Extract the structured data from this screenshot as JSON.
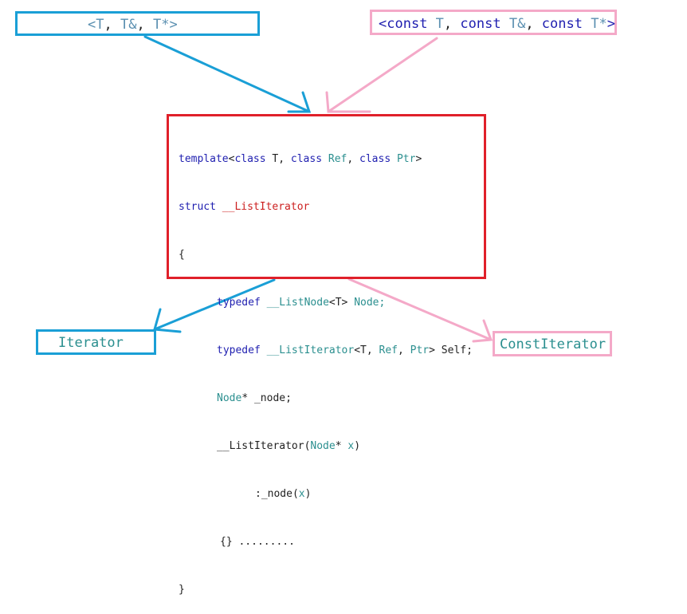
{
  "top_left_box": {
    "open": "<",
    "t1": "T",
    "sep1": ", ",
    "t2": "T&",
    "sep2": ", ",
    "t3": "T*",
    "close": ">"
  },
  "top_right_box": {
    "open": "<",
    "c1": "const",
    "t1": " T",
    "sep1": ", ",
    "c2": "const",
    "t2": " T&",
    "sep2": ", ",
    "c3": "const",
    "t3": " T*",
    "close": ">"
  },
  "code": {
    "l1_kw": "template",
    "l1_a": "<",
    "l1_kw2": "class",
    "l1_b": " T, ",
    "l1_kw3": "class",
    "l1_ty1": " Ref",
    "l1_c": ", ",
    "l1_kw4": "class",
    "l1_ty2": " Ptr",
    "l1_d": ">",
    "l2_kw": "struct",
    "l2_name": " __ListIterator",
    "l3": "{",
    "l4_kw": "typedef",
    "l4_a": " __ListNode",
    "l4_b": "<T> ",
    "l4_c": "Node;",
    "l5_kw": "typedef",
    "l5_a": " __ListIterator",
    "l5_b": "<T, ",
    "l5_c": "Ref",
    "l5_d": ", ",
    "l5_e": "Ptr",
    "l5_f": "> Self;",
    "l6_ty": "Node",
    "l6_rest": "* _node;",
    "l7_a": "__ListIterator(",
    "l7_ty": "Node",
    "l7_b": "* ",
    "l7_c": "x",
    "l7_d": ")",
    "l8_a": ":_node(",
    "l8_b": "x",
    "l8_c": ")",
    "l9": "{} .........",
    "l10": "}"
  },
  "bottom_left_box": {
    "label": "Iterator"
  },
  "bottom_right_box": {
    "label": "ConstIterator"
  },
  "colors": {
    "blue_box": "#1a9fd6",
    "pink_box": "#f4a9c8",
    "red_box": "#e0202a",
    "keyword": "#1f1fb0",
    "type": "#2b8f8f"
  }
}
